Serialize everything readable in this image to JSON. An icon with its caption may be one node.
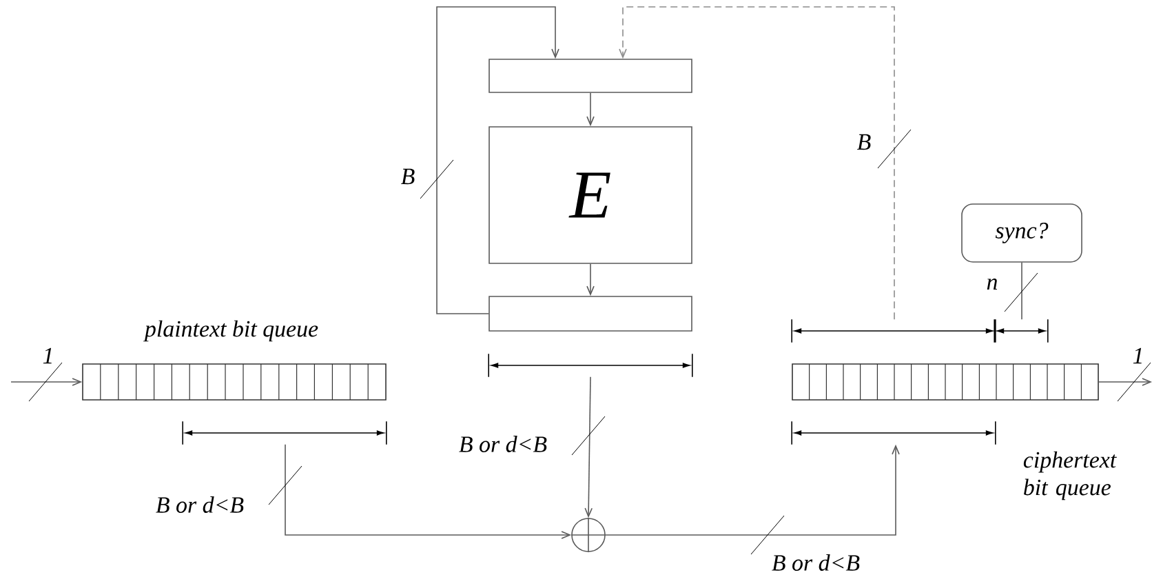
{
  "diagram": {
    "nodes": [
      {
        "text": [],
        "shape": "box"
      },
      {
        "text": [
          "E"
        ]
      },
      {
        "text": [],
        "shape": "box"
      },
      {
        "text": [],
        "shape": "box",
        "beside": [
          "plaintext bit queue"
        ]
      },
      {
        "text": [],
        "shape": "box"
      },
      {
        "text": [],
        "shape": "circle"
      },
      {
        "text": [
          "sync?"
        ]
      },
      {
        "text": [],
        "shape": "bracket"
      },
      {
        "text": [],
        "shape": "bracket"
      },
      {
        "text": [],
        "shape": "bracket"
      },
      {
        "text": [],
        "shape": "bracket"
      },
      {
        "text": [],
        "shape": "bracket"
      }
    ],
    "edges": [
      {
        "from": 2,
        "to": 0,
        "arrow": "to",
        "label": "B"
      },
      {
        "from": 9,
        "to": 0,
        "arrow": "to",
        "label": "B",
        "style": "dashed"
      },
      {
        "from": 0,
        "to": 1,
        "arrow": "to"
      },
      {
        "from": 1,
        "to": 2,
        "arrow": "to"
      },
      {
        "from": 7,
        "to": 5,
        "arrow": "to",
        "label": "B or d<B"
      },
      {
        "from": 8,
        "to": 5,
        "arrow": "to",
        "label": "B or d<B"
      },
      {
        "from": 5,
        "to": 11,
        "arrow": "to",
        "label": "B or d<B"
      },
      {
        "from": 6,
        "to": 10,
        "arrow": "none",
        "label": "n"
      },
      {
        "from": null,
        "to": 3,
        "arrow": "to",
        "label": "1"
      },
      {
        "from": 4,
        "to": null,
        "arrow": "to",
        "label": "1"
      }
    ],
    "labels": [
      "ciphertext bit queue"
    ]
  }
}
